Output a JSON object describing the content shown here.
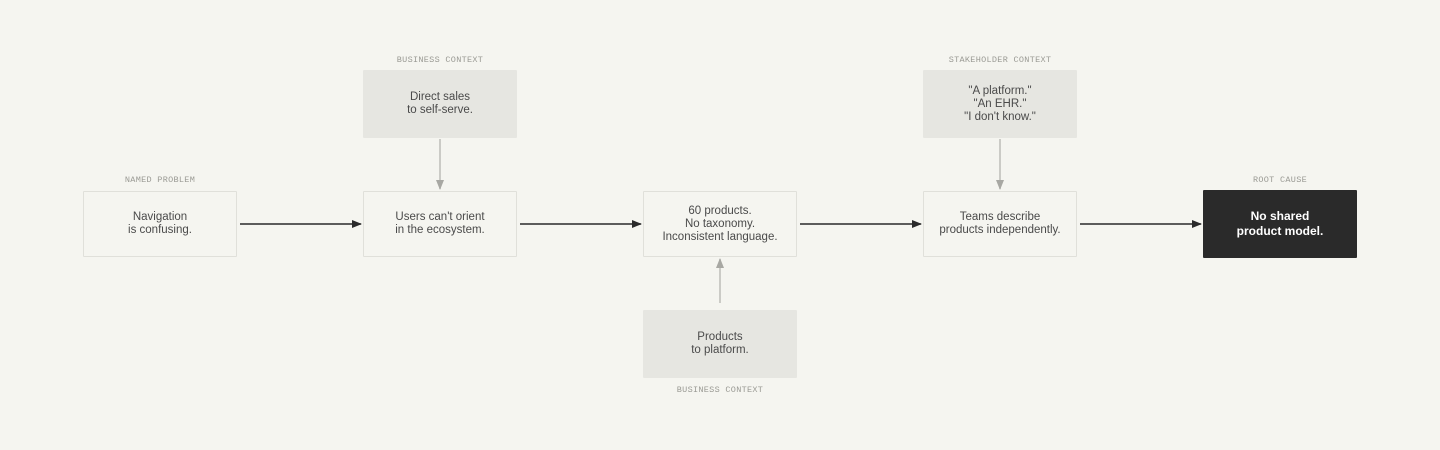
{
  "labels": {
    "named_problem": "NAMED PROBLEM",
    "business_context_top": "BUSINESS CONTEXT",
    "stakeholder_context": "STAKEHOLDER CONTEXT",
    "root_cause": "ROOT CAUSE",
    "business_context_bottom": "BUSINESS CONTEXT"
  },
  "nodes": {
    "problem": "Navigation\nis confusing.",
    "orient": "Users can't orient\nin the ecosystem.",
    "products": "60 products.\nNo taxonomy.\nInconsistent language.",
    "teams": "Teams describe\nproducts independently.",
    "root": "No shared\nproduct model.",
    "sales": "Direct sales\nto self-serve.",
    "stakeholder": "\"A platform.\"\n\"An EHR.\"\n\"I don't know.\"",
    "platform": "Products\nto platform."
  },
  "colors": {
    "background": "#f5f5f0",
    "context_fill": "#e6e6e1",
    "root_fill": "#2a2a2a",
    "main_arrow": "#2a2a2a",
    "context_arrow": "#bdbdb8"
  }
}
